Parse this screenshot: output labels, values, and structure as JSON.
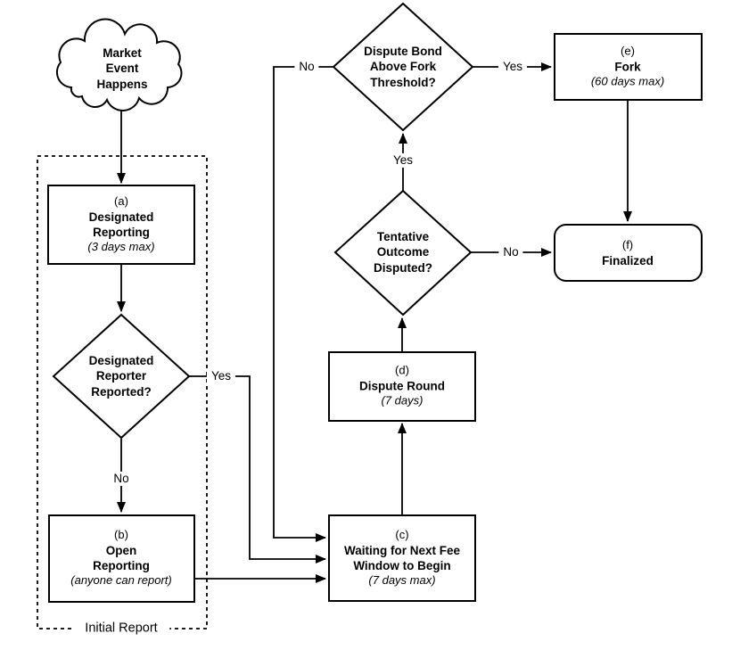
{
  "colors": {
    "line": "#000000",
    "background": "#ffffff"
  },
  "nodes": {
    "market_event": {
      "title": "Market\nEvent\nHappens",
      "shape": "cloud"
    },
    "a": {
      "id": "(a)",
      "title": "Designated\nReporting",
      "subtitle": "(3 days max)",
      "shape": "rectangle"
    },
    "designated_reporter": {
      "title": "Designated\nReporter\nReported?",
      "shape": "diamond"
    },
    "b": {
      "id": "(b)",
      "title": "Open\nReporting",
      "subtitle": "(anyone can report)",
      "shape": "rectangle"
    },
    "c": {
      "id": "(c)",
      "title": "Waiting for Next Fee\nWindow to Begin",
      "subtitle": "(7 days max)",
      "shape": "rectangle"
    },
    "d": {
      "id": "(d)",
      "title": "Dispute Round",
      "subtitle": "(7 days)",
      "shape": "rectangle"
    },
    "tentative_outcome": {
      "title": "Tentative\nOutcome\nDisputed?",
      "shape": "diamond"
    },
    "dispute_bond": {
      "title": "Dispute Bond\nAbove Fork\nThreshold?",
      "shape": "diamond"
    },
    "e": {
      "id": "(e)",
      "title": "Fork",
      "subtitle": "(60 days max)",
      "shape": "rectangle"
    },
    "f": {
      "id": "(f)",
      "title": "Finalized",
      "shape": "rounded-rectangle"
    }
  },
  "edge_labels": {
    "designated_reporter_yes": "Yes",
    "designated_reporter_no": "No",
    "dispute_bond_no": "No",
    "dispute_bond_yes": "Yes",
    "tentative_outcome_yes": "Yes",
    "tentative_outcome_no": "No"
  },
  "container": {
    "label": "Initial Report"
  }
}
